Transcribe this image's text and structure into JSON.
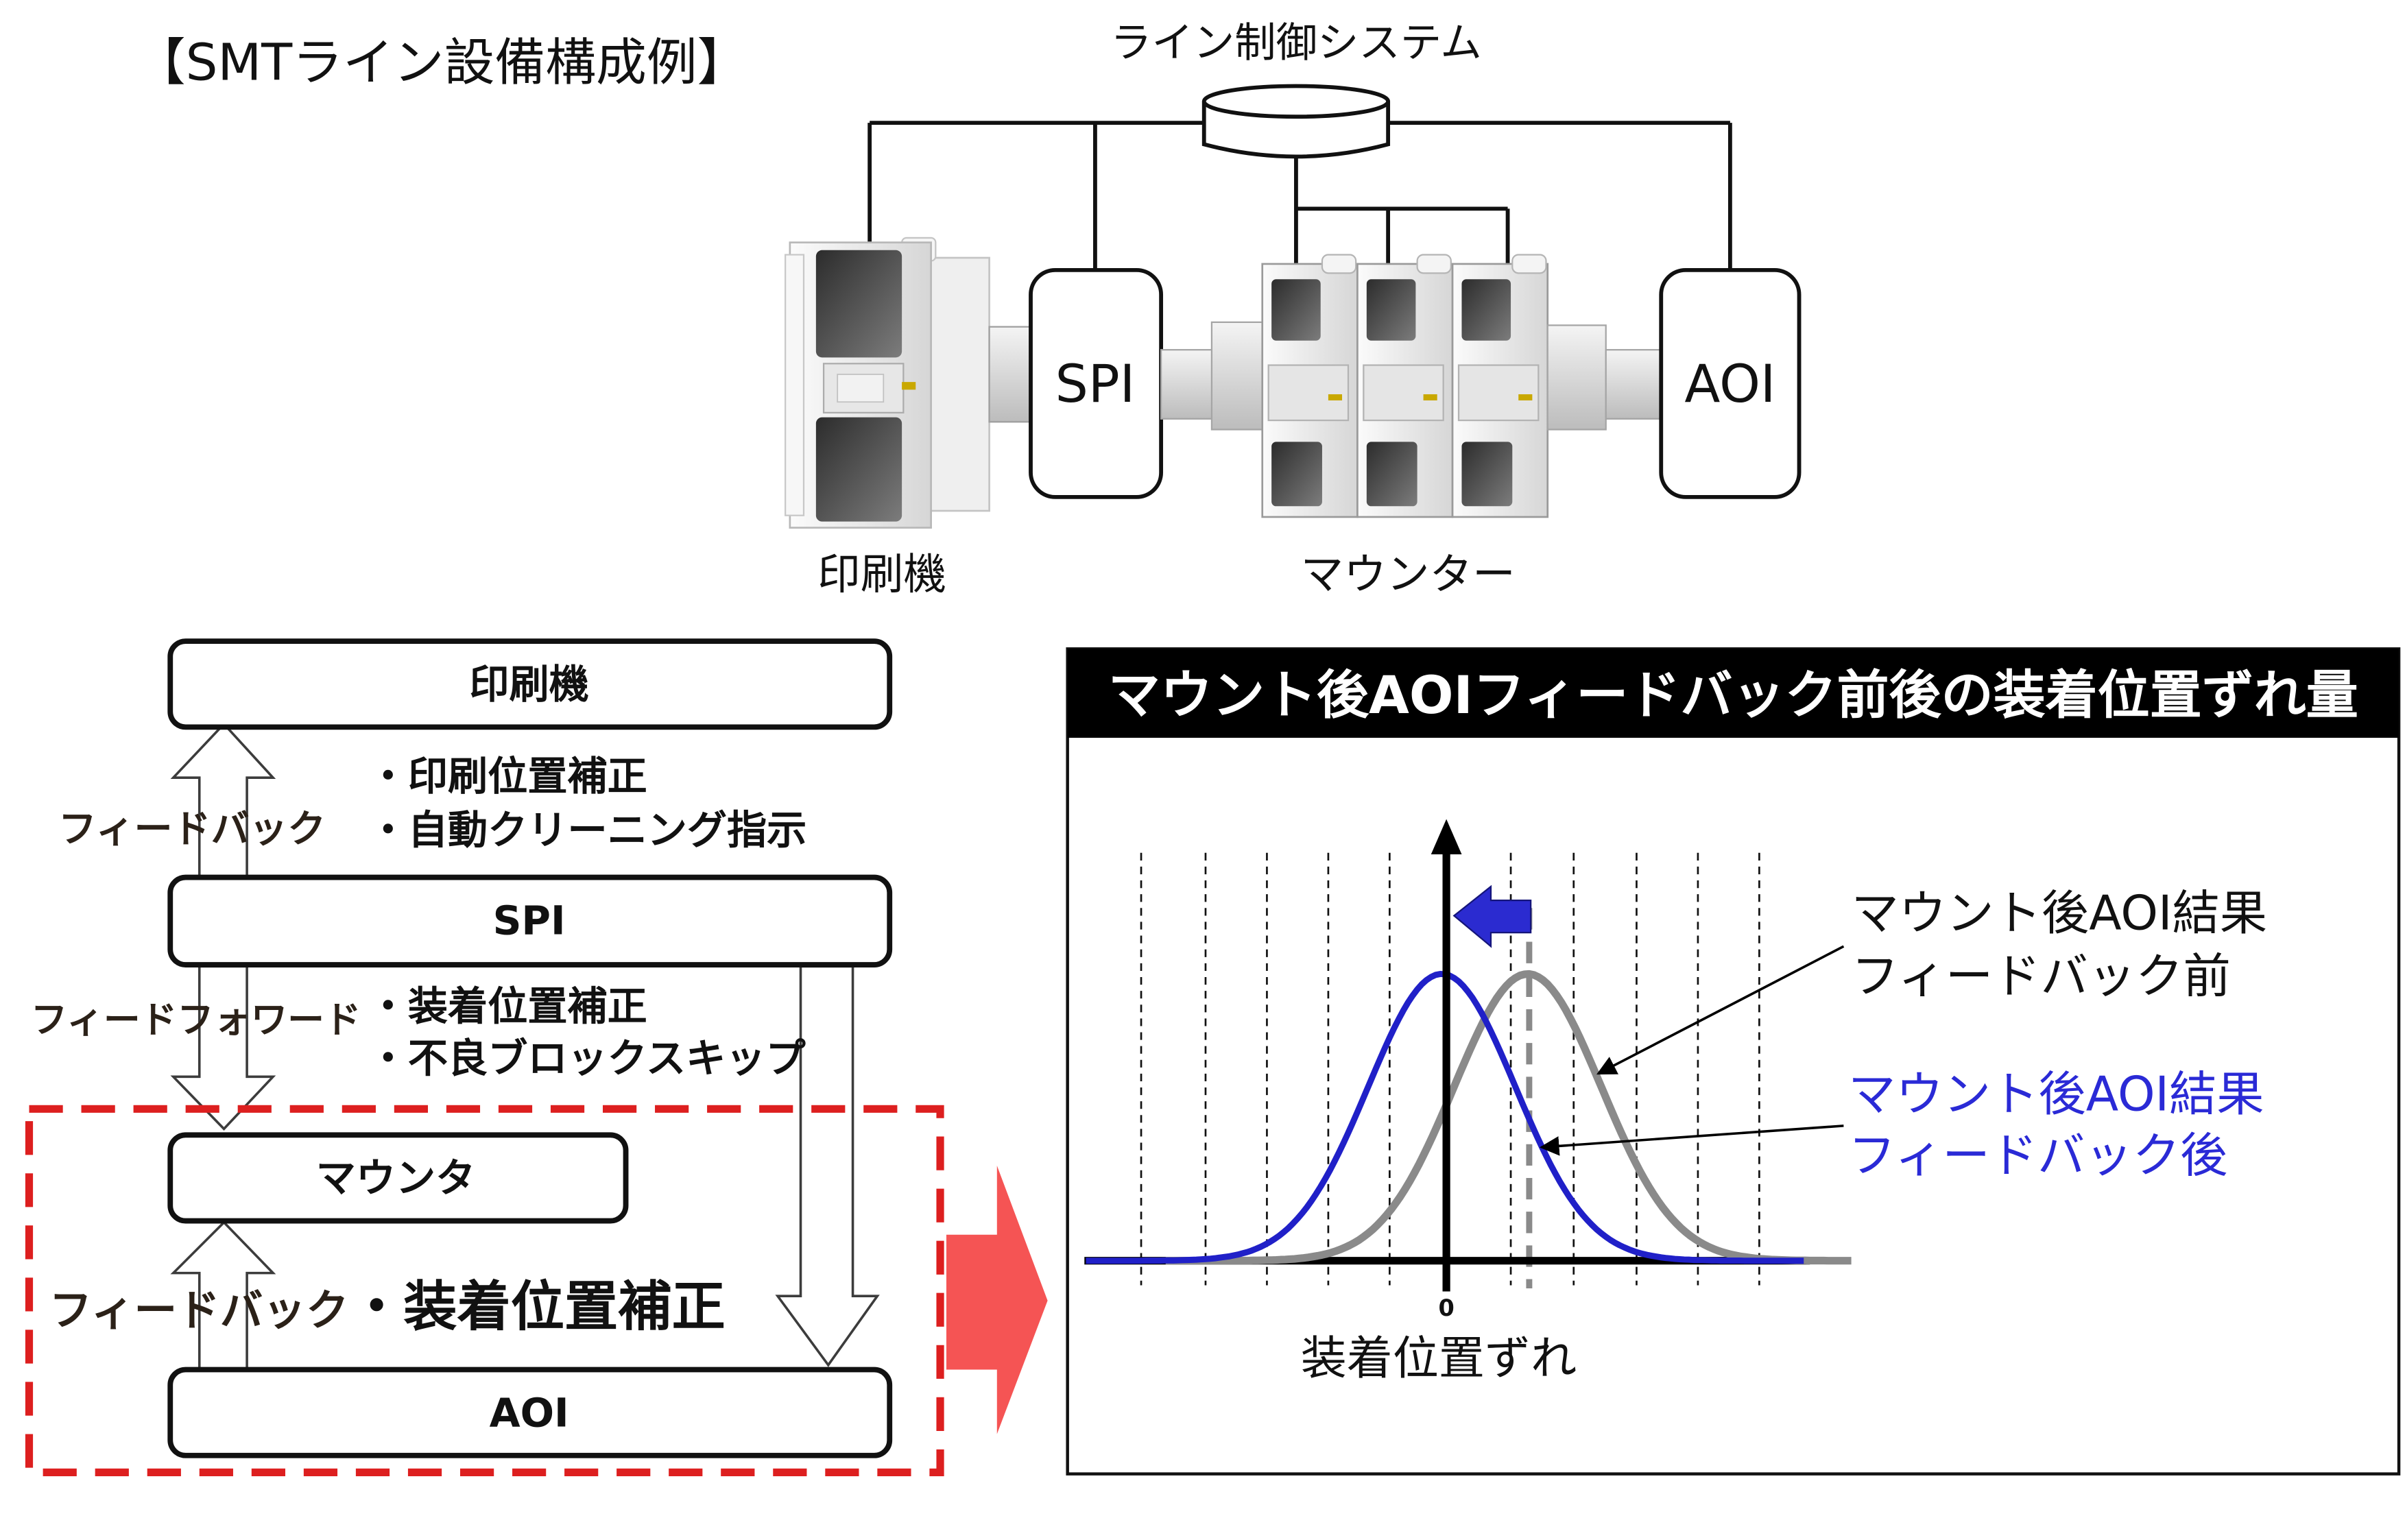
{
  "title": "【SMTライン設備構成例】",
  "line_system": {
    "control_label": "ライン制御システム",
    "control_icon": "database-icon",
    "spi_label": "SPI",
    "aoi_label": "AOI",
    "printer_caption": "印刷機",
    "mounter_caption": "マウンター"
  },
  "flow": {
    "boxes": {
      "printer": "印刷機",
      "spi": "SPI",
      "mounter": "マウンタ",
      "aoi": "AOI"
    },
    "links": [
      {
        "label": "フィードバック",
        "items": [
          "・印刷位置補正",
          "・自動クリーニング指示"
        ]
      },
      {
        "label": "フィードフォワード",
        "items": [
          "・装着位置補正",
          "・不良ブロックスキップ"
        ]
      },
      {
        "label": "フィードバック",
        "items": [
          "・装着位置補正"
        ]
      }
    ]
  },
  "chart_panel": {
    "title": "マウント後AOIフィードバック前後の装着位置ずれ量",
    "xlabel": "装着位置ずれ",
    "x_tick": "0",
    "before": {
      "line1": "マウント後AOI結果",
      "line2": "フィードバック前"
    },
    "after": {
      "line1": "マウント後AOI結果",
      "line2": "フィードバック後"
    },
    "shift_arrow_icon": "arrow-left-icon"
  },
  "colors": {
    "focus_frame": "#dd1f1f",
    "transition_arrow": "#f55454",
    "header_background": "#000000",
    "header_text": "#ffffff",
    "before_curve": "#8a8a8a",
    "after_curve": "#2020c8",
    "after_label": "#2a2ad6",
    "shift_arrow": "#2b2bd0"
  }
}
